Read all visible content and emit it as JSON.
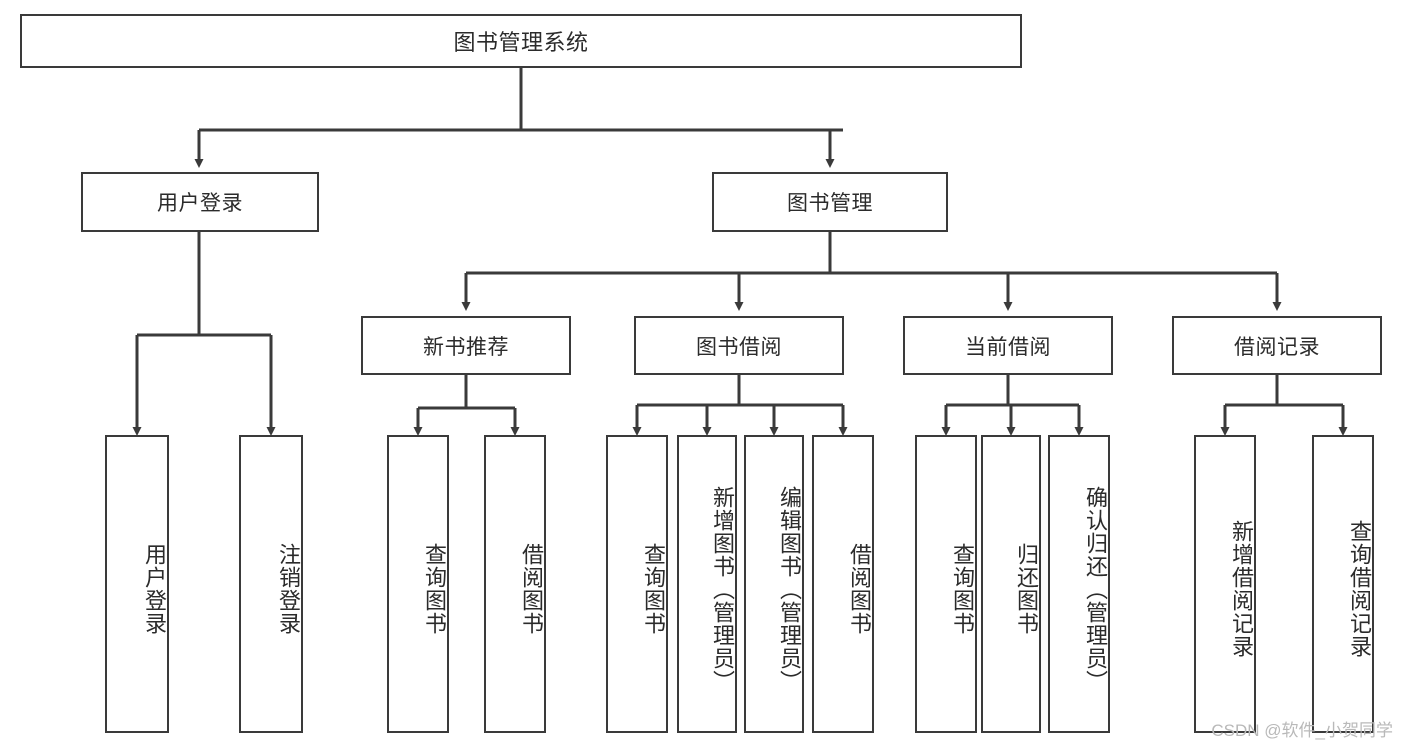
{
  "diagram": {
    "title": "图书管理系统",
    "type": "tree",
    "colors": {
      "node_border": "#3a3a3a",
      "node_fill": "#ffffff",
      "edge": "#3a3a3a",
      "text": "#2b2b2b",
      "watermark": "#b9b9b9",
      "background": "#ffffff"
    },
    "nodes": {
      "root": {
        "label": "图书管理系统"
      },
      "level2": [
        {
          "id": "user-login",
          "label": "用户登录"
        },
        {
          "id": "book-manage",
          "label": "图书管理"
        }
      ],
      "level3": [
        {
          "id": "new-book-recommend",
          "label": "新书推荐"
        },
        {
          "id": "book-borrow",
          "label": "图书借阅"
        },
        {
          "id": "current-borrow",
          "label": "当前借阅"
        },
        {
          "id": "borrow-record",
          "label": "借阅记录"
        }
      ],
      "leaves": [
        {
          "id": "leaf-user-login",
          "label": "用户登录",
          "parent": "user-login"
        },
        {
          "id": "leaf-logout-login",
          "label": "注销登录",
          "parent": "user-login"
        },
        {
          "id": "leaf-query-book-1",
          "label": "查询图书",
          "parent": "new-book-recommend"
        },
        {
          "id": "leaf-borrow-book-1",
          "label": "借阅图书",
          "parent": "new-book-recommend"
        },
        {
          "id": "leaf-query-book-2",
          "label": "查询图书",
          "parent": "book-borrow"
        },
        {
          "id": "leaf-add-book",
          "label": "新增图书（管理员）",
          "parent": "book-borrow"
        },
        {
          "id": "leaf-edit-book",
          "label": "编辑图书（管理员）",
          "parent": "book-borrow"
        },
        {
          "id": "leaf-borrow-book-2",
          "label": "借阅图书",
          "parent": "book-borrow"
        },
        {
          "id": "leaf-query-book-3",
          "label": "查询图书",
          "parent": "current-borrow"
        },
        {
          "id": "leaf-return-book",
          "label": "归还图书",
          "parent": "current-borrow"
        },
        {
          "id": "leaf-confirm-return",
          "label": "确认归还（管理员）",
          "parent": "current-borrow"
        },
        {
          "id": "leaf-add-record",
          "label": "新增借阅记录",
          "parent": "borrow-record"
        },
        {
          "id": "leaf-query-record",
          "label": "查询借阅记录",
          "parent": "borrow-record"
        }
      ]
    },
    "watermark": "CSDN @软件_小贺同学"
  }
}
